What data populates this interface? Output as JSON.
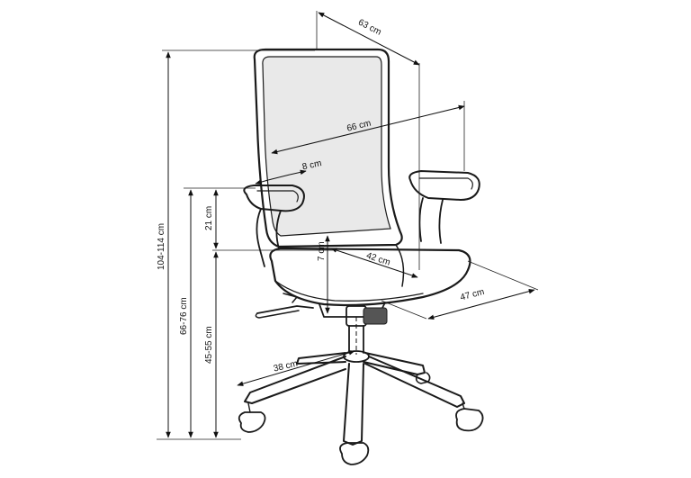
{
  "colors": {
    "line": "#111111",
    "mesh_fill": "#e9e9e9",
    "gas_lift": "#555555",
    "background": "#ffffff"
  },
  "dimensions": {
    "depth_top": "63 cm",
    "width_arms": "66 cm",
    "armrest_width": "8 cm",
    "arm_to_seat": "21 cm",
    "seat_thickness": "7 cm",
    "seat_width": "42 cm",
    "seat_depth": "47 cm",
    "base_radius": "38 cm",
    "total_height": "104-114 cm",
    "armrest_height": "66-76 cm",
    "seat_height": "45-55 cm"
  }
}
